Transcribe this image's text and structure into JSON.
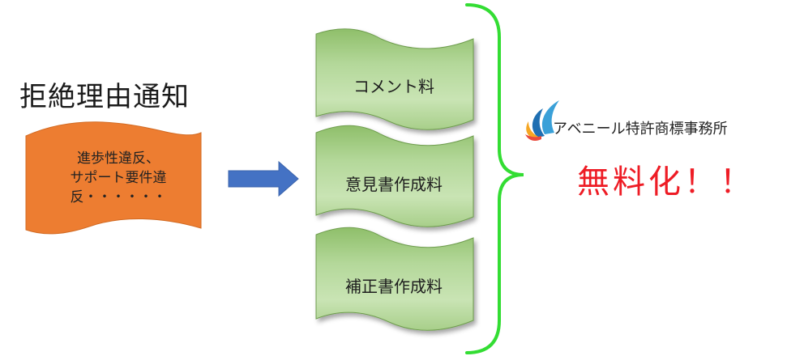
{
  "title": "拒絶理由通知",
  "notice": {
    "text": "進歩性違反、\nサポート要件違\n反・・・・・・",
    "color": "#ed7d31"
  },
  "fees": [
    {
      "label": "コメント料"
    },
    {
      "label": "意見書作成料"
    },
    {
      "label": "補正書作成料"
    }
  ],
  "fee_color": "#a9d08e",
  "arrow_color": "#4472c4",
  "brace_color": "#33dd33",
  "firm": {
    "name": "アベニール特許商標事務所"
  },
  "result": {
    "text": "無料化！！",
    "color": "#ee1c25"
  }
}
